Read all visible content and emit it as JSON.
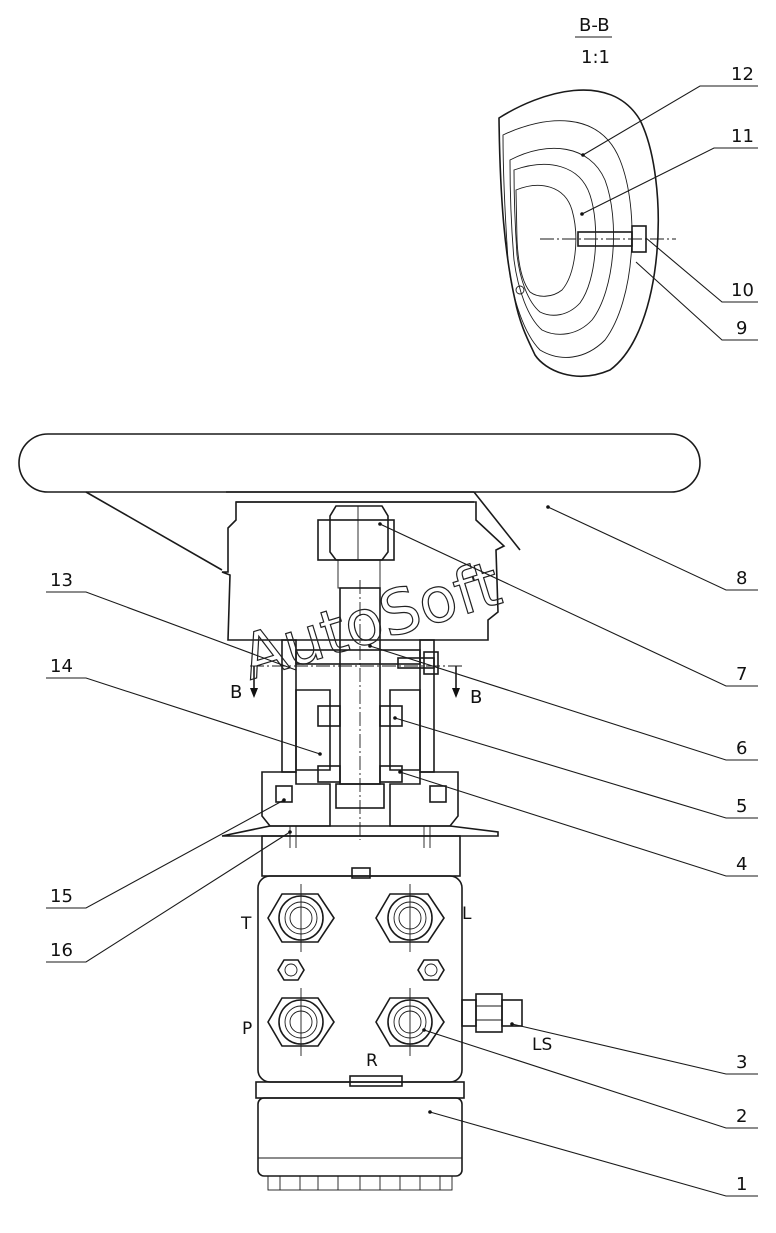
{
  "section": {
    "title": "B-B",
    "scale": "1:1"
  },
  "cut_marks": {
    "left": "B",
    "right": "B"
  },
  "ports": {
    "t": "T",
    "l": "L",
    "p": "P",
    "r": "R",
    "ls": "LS"
  },
  "watermark": "AutoSoft",
  "callouts": {
    "c1": "1",
    "c2": "2",
    "c3": "3",
    "c4": "4",
    "c5": "5",
    "c6": "6",
    "c7": "7",
    "c8": "8",
    "c9": "9",
    "c10": "10",
    "c11": "11",
    "c12": "12",
    "c13": "13",
    "c14": "14",
    "c15": "15",
    "c16": "16"
  }
}
